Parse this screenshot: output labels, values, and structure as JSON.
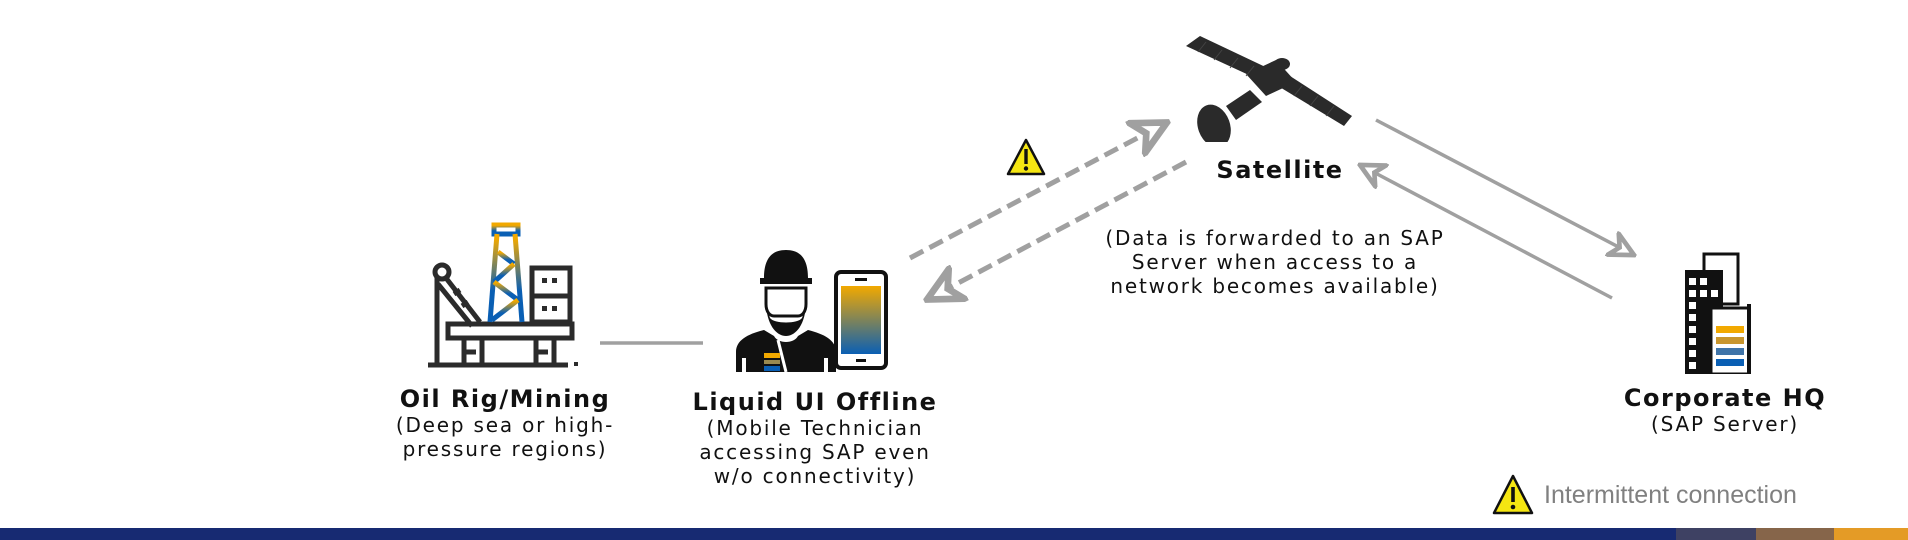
{
  "nodes": {
    "oil_rig": {
      "title": "Oil Rig/Mining",
      "subtitle": "(Deep sea or high-\npressure regions)",
      "icon": "oil-rig-icon"
    },
    "liquid_ui": {
      "title": "Liquid UI Offline",
      "subtitle": "(Mobile Technician\naccessing SAP even\nw/o connectivity)",
      "icon": "technician-phone-icon"
    },
    "satellite": {
      "title": "Satellite",
      "subtitle": "(Data is forwarded to an SAP\nServer when access to a\nnetwork becomes available)",
      "icon": "satellite-icon"
    },
    "corporate_hq": {
      "title": "Corporate HQ",
      "subtitle": "(SAP Server)",
      "icon": "office-building-icon"
    }
  },
  "connections": [
    {
      "from": "oil_rig",
      "to": "liquid_ui",
      "style": "solid",
      "arrow": "none"
    },
    {
      "from": "liquid_ui",
      "to": "satellite",
      "style": "dashed",
      "arrow": "to",
      "intermittent": true
    },
    {
      "from": "satellite",
      "to": "liquid_ui",
      "style": "dashed",
      "arrow": "to",
      "intermittent": true
    },
    {
      "from": "satellite",
      "to": "corporate_hq",
      "style": "solid",
      "arrow": "to"
    },
    {
      "from": "corporate_hq",
      "to": "satellite",
      "style": "solid",
      "arrow": "to"
    }
  ],
  "legend": {
    "icon": "warning-icon",
    "label": "Intermittent connection"
  },
  "colors": {
    "connector": "#a0a0a0",
    "warning_fill": "#f5e612",
    "gradient_top": "#f2a900",
    "gradient_bottom": "#0a5fb4",
    "icon_dark": "#2b2b2b",
    "footer": [
      "#172a72",
      "#3e4163",
      "#86654a",
      "#e49b26"
    ]
  }
}
